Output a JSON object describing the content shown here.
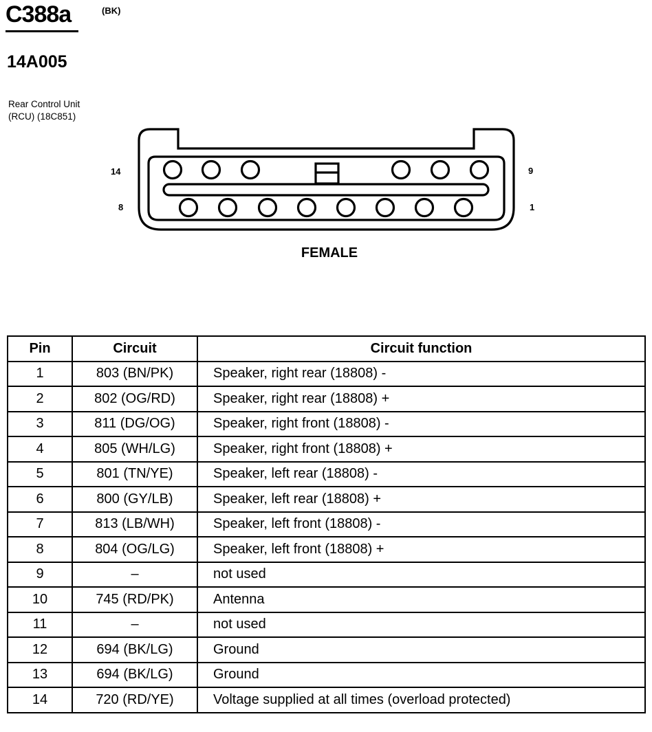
{
  "header": {
    "connector_id": "C388a",
    "connector_color": "(BK)",
    "part_number": "14A005",
    "component_line1": "Rear Control Unit",
    "component_line2": "(RCU) (18C851)"
  },
  "diagram": {
    "pin_label_top_left": "14",
    "pin_label_bottom_left": "8",
    "pin_label_top_right": "9",
    "pin_label_bottom_right": "1",
    "gender": "FEMALE"
  },
  "table": {
    "headers": [
      "Pin",
      "Circuit",
      "Circuit function"
    ],
    "rows": [
      {
        "pin": "1",
        "circuit": "803 (BN/PK)",
        "function": "Speaker, right rear (18808) -"
      },
      {
        "pin": "2",
        "circuit": "802 (OG/RD)",
        "function": "Speaker, right rear (18808) +"
      },
      {
        "pin": "3",
        "circuit": "811 (DG/OG)",
        "function": "Speaker, right front (18808) -"
      },
      {
        "pin": "4",
        "circuit": "805 (WH/LG)",
        "function": "Speaker, right front (18808) +"
      },
      {
        "pin": "5",
        "circuit": "801 (TN/YE)",
        "function": "Speaker, left rear (18808) -"
      },
      {
        "pin": "6",
        "circuit": "800 (GY/LB)",
        "function": "Speaker, left rear (18808) +"
      },
      {
        "pin": "7",
        "circuit": "813 (LB/WH)",
        "function": "Speaker, left front (18808) -"
      },
      {
        "pin": "8",
        "circuit": "804 (OG/LG)",
        "function": "Speaker, left front (18808) +"
      },
      {
        "pin": "9",
        "circuit": "–",
        "function": "not used"
      },
      {
        "pin": "10",
        "circuit": "745 (RD/PK)",
        "function": "Antenna"
      },
      {
        "pin": "11",
        "circuit": "–",
        "function": "not used"
      },
      {
        "pin": "12",
        "circuit": "694 (BK/LG)",
        "function": "Ground"
      },
      {
        "pin": "13",
        "circuit": "694 (BK/LG)",
        "function": "Ground"
      },
      {
        "pin": "14",
        "circuit": "720 (RD/YE)",
        "function": "Voltage supplied at all times (overload protected)"
      }
    ]
  }
}
